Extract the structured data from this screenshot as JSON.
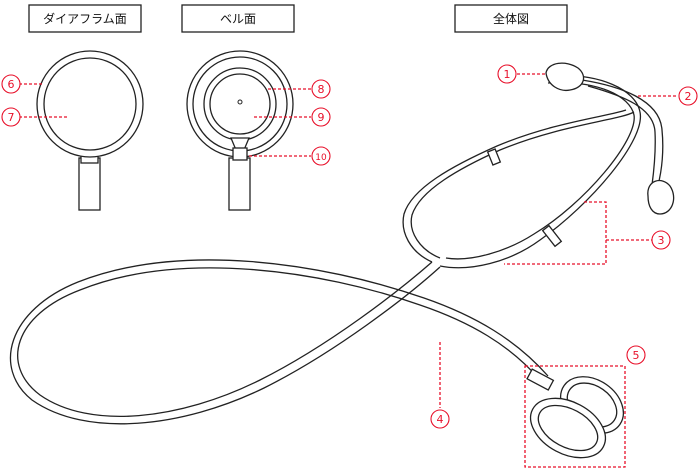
{
  "titles": {
    "diaphragm": "ダイアフラム面",
    "bell": "ベル面",
    "overall": "全体図"
  },
  "callouts": {
    "n1": "1",
    "n2": "2",
    "n3": "3",
    "n4": "4",
    "n5": "5",
    "n6": "6",
    "n7": "7",
    "n8": "8",
    "n9": "9",
    "n10": "10"
  },
  "colors": {
    "leader": "#e8102a",
    "outline": "#222222"
  }
}
